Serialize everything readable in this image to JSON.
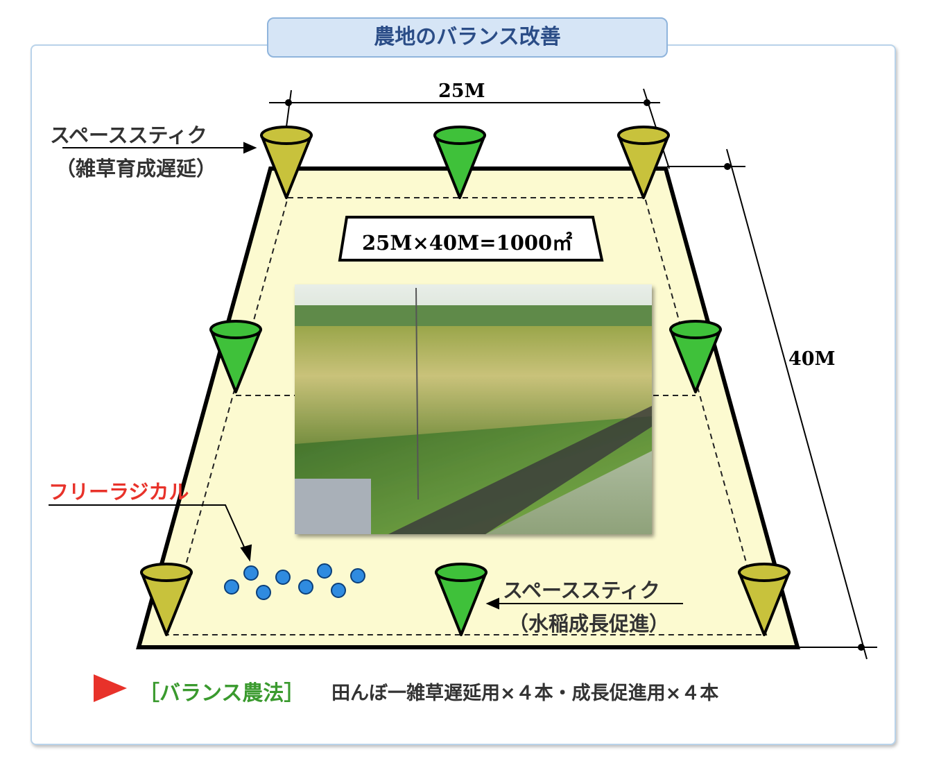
{
  "title": "農地のバランス改善",
  "dimensions": {
    "width": "25M",
    "length": "40M",
    "formula": "25M×40M=1000㎡"
  },
  "labels": {
    "stick_top": "スペーススティク",
    "stick_top_sub": "（雑草育成遅延）",
    "stick_bottom": "スペーススティク",
    "stick_bottom_sub": "（水稲成長促進）",
    "free_radical": "フリーラジカル"
  },
  "footer": {
    "tag": "［バランス農法］",
    "text": "田んぼ一雑草遅延用×４本・成長促進用×４本"
  },
  "colors": {
    "yellow_cone": "#c8c23c",
    "green_cone": "#3fc13a",
    "field": "#fcfad0",
    "title_bg": "#d6e5f6",
    "red": "#e8322a",
    "green_text": "#3a9a2e",
    "dots": "#2f8be0"
  }
}
